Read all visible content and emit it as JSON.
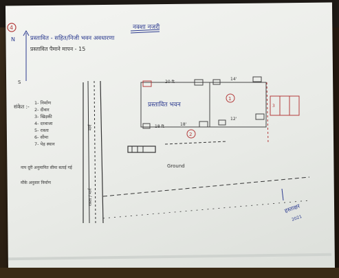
{
  "page": {
    "page_number": "4",
    "header_line1": "प्रस्तावित - सहित/निजी भवन अवधारणा",
    "header_right": "नक्शा नजरी",
    "scale_line": "प्रस्तावित पैमाने मापन - 15",
    "north_mark": "N",
    "south_mark": "S"
  },
  "legend": {
    "title": "संकेत :-",
    "items": [
      "1- निर्माण",
      "2- दीवार",
      "3- खिड़की",
      "4- दरवाजा",
      "5- रास्ता",
      "6- सीमा",
      "7- पेड़ स्थान"
    ],
    "note1": "नाप दूरी अनुमानित सीमा बताई गई",
    "note2": "मौके अनुसार निर्माण"
  },
  "plan": {
    "main_label": "प्रस्तावित भवन",
    "circle_marks": [
      "1",
      "2",
      "3"
    ],
    "top_dims": [
      "20 ft",
      "14'"
    ],
    "bottom_dims": [
      "18 ft",
      "18'",
      "12'"
    ],
    "ground_label": "Ground",
    "road_label": "रास्ता / मार्ग",
    "road_label_left": "मार्ग"
  },
  "signature": {
    "text": "हस्ताक्षर",
    "date": "2021"
  },
  "colors": {
    "blue_ink": "#2b3a8f",
    "black_ink": "#333333",
    "red_ink": "#b43b3b",
    "paper": "#eceeea"
  }
}
